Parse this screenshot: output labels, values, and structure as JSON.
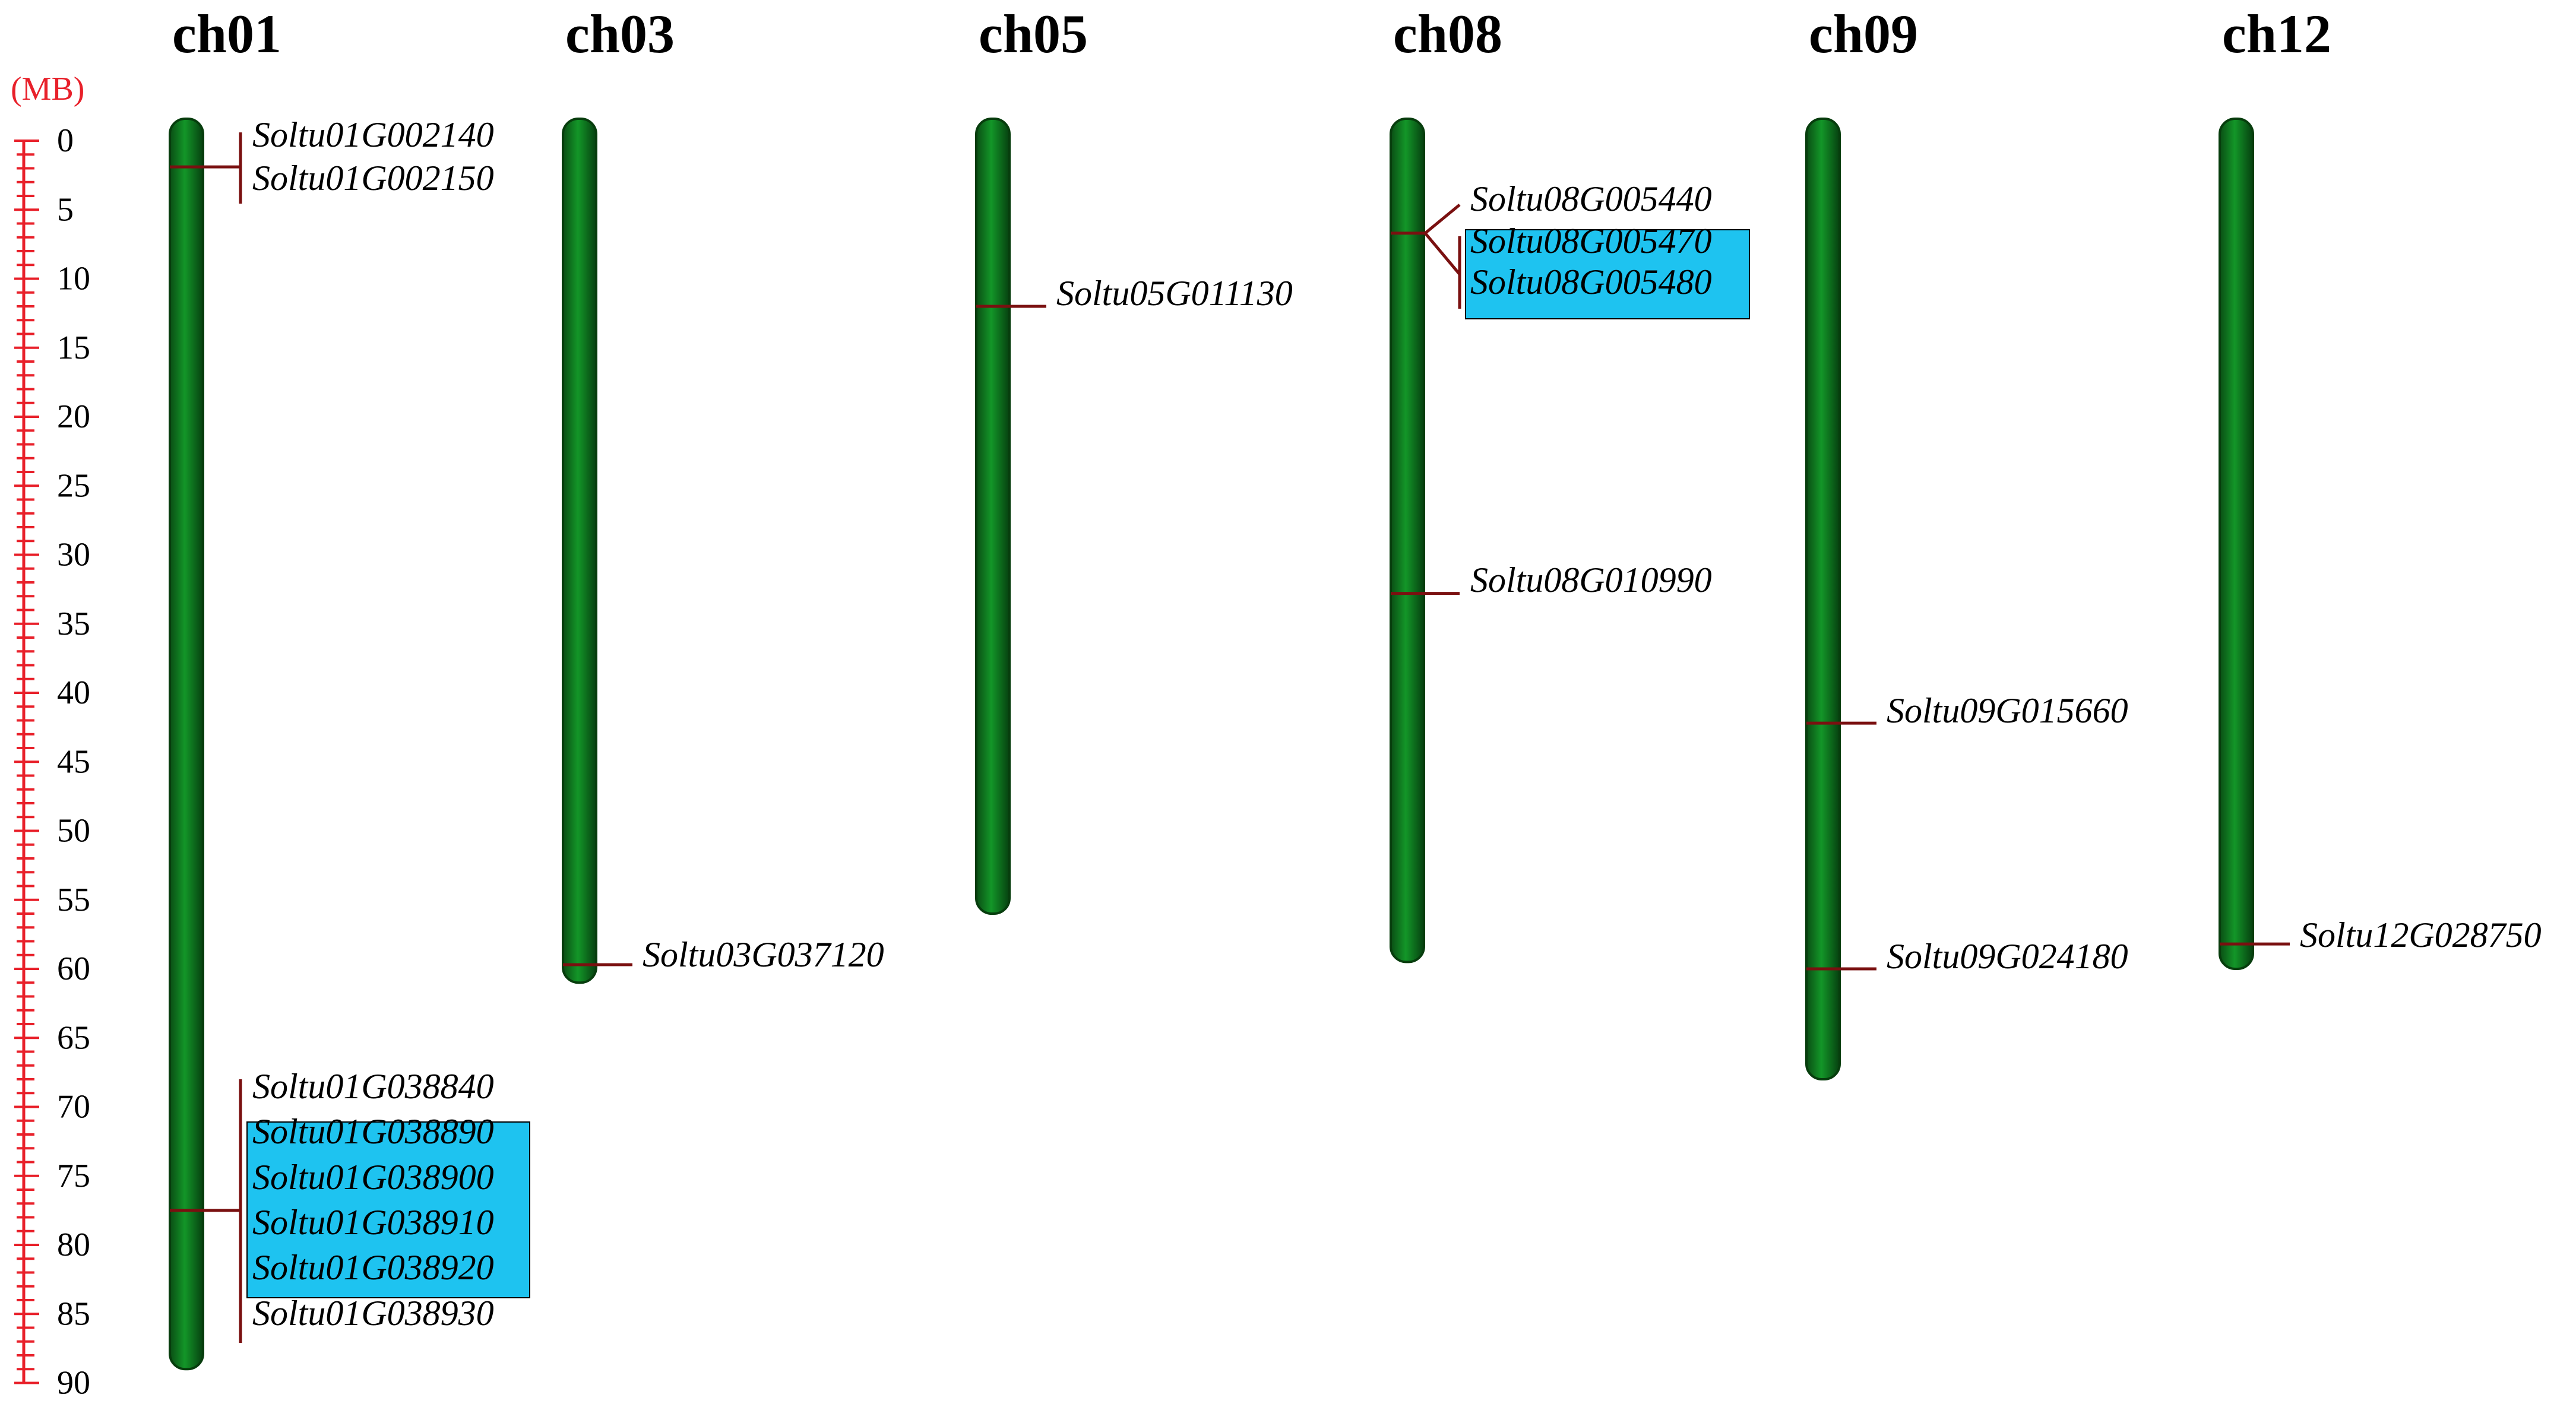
{
  "scale": {
    "unit_label": "(MB)",
    "tick_labels": [
      "0",
      "5",
      "10",
      "15",
      "20",
      "25",
      "30",
      "35",
      "40",
      "45",
      "50",
      "55",
      "60",
      "65",
      "70",
      "75",
      "80",
      "85",
      "90"
    ],
    "color": "#e8202a"
  },
  "colors": {
    "chromosome_fill": "#0f7a1f",
    "chromosome_edge": "#073d0d",
    "marker_line": "#7a1010",
    "highlight": "#1ec3f0"
  },
  "chromosomes": [
    {
      "name": "ch01",
      "length_mb": 89,
      "genes": [
        {
          "position_mb": 1.9,
          "label_group": [
            {
              "id": "Soltu01G002140",
              "highlighted": false
            },
            {
              "id": "Soltu01G002150",
              "highlighted": false
            }
          ]
        },
        {
          "position_mb": 77.5,
          "label_group": [
            {
              "id": "Soltu01G038840",
              "highlighted": false
            },
            {
              "id": "Soltu01G038890",
              "highlighted": true
            },
            {
              "id": "Soltu01G038900",
              "highlighted": true
            },
            {
              "id": "Soltu01G038910",
              "highlighted": true
            },
            {
              "id": "Soltu01G038920",
              "highlighted": true
            },
            {
              "id": "Soltu01G038930",
              "highlighted": false
            }
          ]
        }
      ]
    },
    {
      "name": "ch03",
      "length_mb": 61,
      "genes": [
        {
          "position_mb": 59.7,
          "label_group": [
            {
              "id": "Soltu03G037120",
              "highlighted": false
            }
          ]
        }
      ]
    },
    {
      "name": "ch05",
      "length_mb": 56,
      "genes": [
        {
          "position_mb": 12.0,
          "label_group": [
            {
              "id": "Soltu05G011130",
              "highlighted": false
            }
          ]
        }
      ]
    },
    {
      "name": "ch08",
      "length_mb": 59.5,
      "genes": [
        {
          "position_mb": 6.7,
          "label_group": [
            {
              "id": "Soltu08G005440",
              "highlighted": false
            }
          ]
        },
        {
          "position_mb": 6.7,
          "label_group": [
            {
              "id": "Soltu08G005470",
              "highlighted": true
            },
            {
              "id": "Soltu08G005480",
              "highlighted": true
            }
          ]
        },
        {
          "position_mb": 32.8,
          "label_group": [
            {
              "id": "Soltu08G010990",
              "highlighted": false
            }
          ]
        }
      ]
    },
    {
      "name": "ch09",
      "length_mb": 68,
      "genes": [
        {
          "position_mb": 42.2,
          "label_group": [
            {
              "id": "Soltu09G015660",
              "highlighted": false
            }
          ]
        },
        {
          "position_mb": 60.0,
          "label_group": [
            {
              "id": "Soltu09G024180",
              "highlighted": false
            }
          ]
        }
      ]
    },
    {
      "name": "ch12",
      "length_mb": 60,
      "genes": [
        {
          "position_mb": 58.2,
          "label_group": [
            {
              "id": "Soltu12G028750",
              "highlighted": false
            }
          ]
        }
      ]
    }
  ]
}
